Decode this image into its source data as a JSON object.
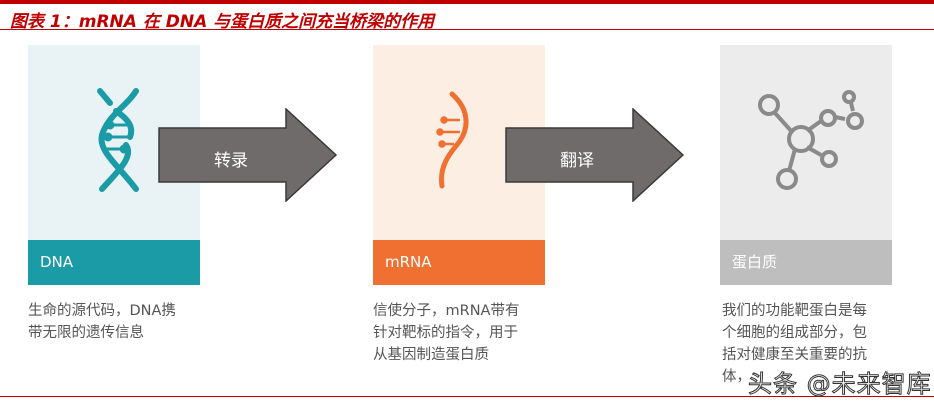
{
  "title": "图表 1：mRNA 在 DNA 与蛋白质之间充当桥梁的作用",
  "colors": {
    "accent": "#c00000",
    "dna": "#1a9ba6",
    "mrna": "#ef7030",
    "protein": "#bebebe",
    "arrow": "#6f6b6b"
  },
  "steps": [
    {
      "label": "DNA",
      "icon": "dna-helix-icon",
      "description": [
        "生命的源代码，DNA携",
        "带无限的遗传信息"
      ]
    },
    {
      "label": "mRNA",
      "icon": "rna-strand-icon",
      "description": [
        "信使分子，mRNA带有",
        "针对靶标的指令，用于",
        "从基因制造蛋白质"
      ]
    },
    {
      "label": "蛋白质",
      "icon": "molecule-icon",
      "description": [
        "我们的功能靶蛋白是每",
        "个细胞的组成部分，包",
        "括对健康至关重要的抗",
        "体，"
      ]
    }
  ],
  "arrows": [
    {
      "label": "转录"
    },
    {
      "label": "翻译"
    }
  ],
  "watermark": "头条 @未来智库"
}
